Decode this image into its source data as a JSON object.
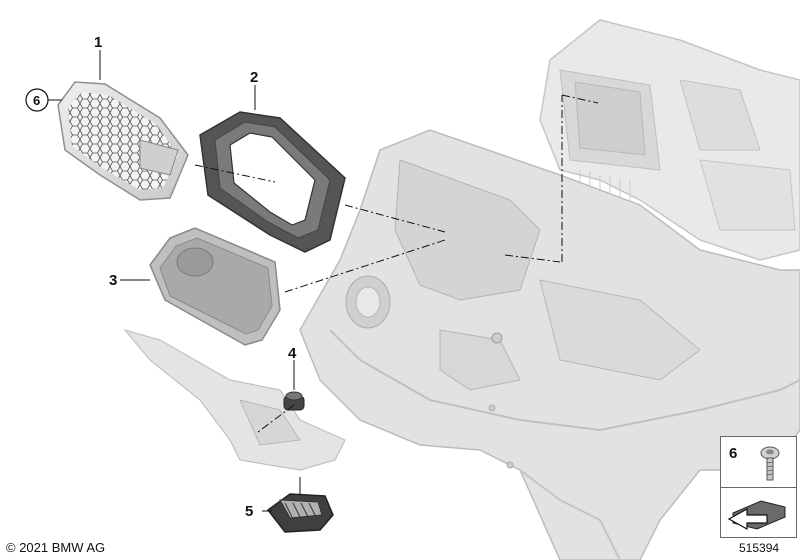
{
  "diagram": {
    "callouts": [
      {
        "id": "1",
        "label": "1"
      },
      {
        "id": "2",
        "label": "2"
      },
      {
        "id": "3",
        "label": "3"
      },
      {
        "id": "4",
        "label": "4"
      },
      {
        "id": "5",
        "label": "5"
      },
      {
        "id": "6",
        "label": "6"
      }
    ],
    "legend": {
      "number": "6"
    },
    "colors": {
      "part_fill": "#dcdcdc",
      "part_stroke": "#a8a8a8",
      "dark_part": "#4a4a4a",
      "line": "#111111"
    }
  },
  "footer": {
    "copyright": "© 2021 BMW AG",
    "diagram_number": "515394"
  }
}
